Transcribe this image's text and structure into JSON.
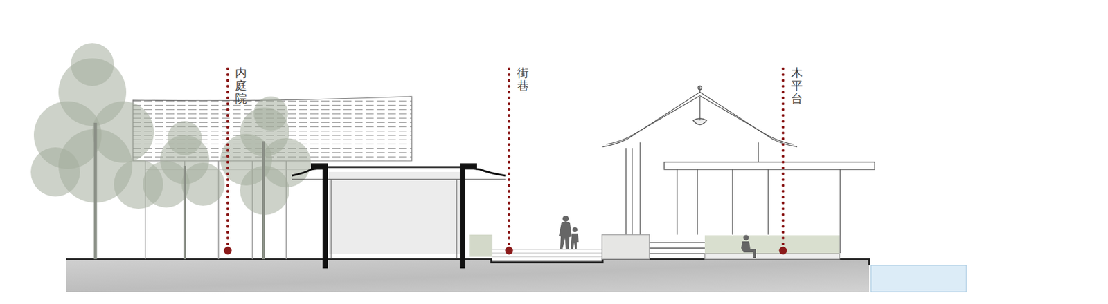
{
  "diagram": {
    "labels": [
      "内庭院",
      "街巷",
      "木平台"
    ]
  }
}
